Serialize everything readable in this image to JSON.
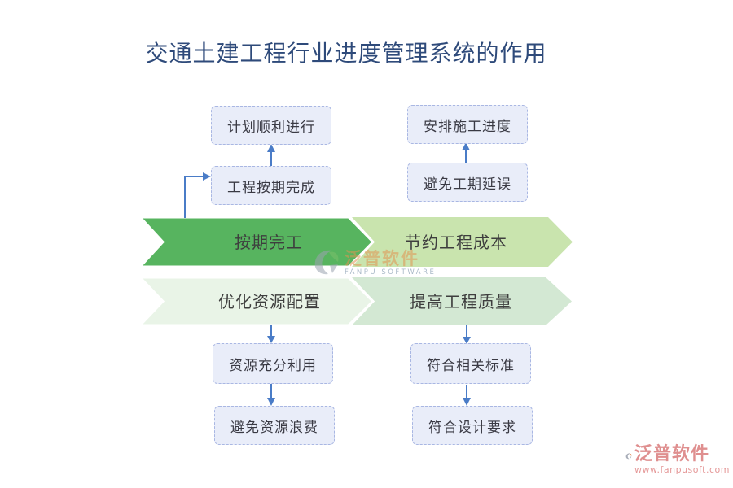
{
  "title": "交通土建工程行业进度管理系统的作用",
  "diagram": {
    "left_flow": {
      "top_result": "计划顺利进行",
      "mid_result": "工程按期完成",
      "main_benefit": "按期完工",
      "secondary_benefit": "优化资源配置",
      "resource_result": "资源充分利用",
      "final_result": "避免资源浪费"
    },
    "right_flow": {
      "top_result": "安排施工进度",
      "mid_result": "避免工期延误",
      "main_benefit": "节约工程成本",
      "secondary_benefit": "提高工程质量",
      "resource_result": "符合相关标准",
      "final_result": "符合设计要求"
    }
  },
  "watermarks": {
    "center": {
      "name": "泛普软件",
      "subtitle": "FANPU SOFTWARE"
    },
    "footer": {
      "name": "泛普软件",
      "url": "www.fanpusoft.com"
    }
  },
  "colors": {
    "title_blue": "#2e4a7a",
    "box_fill": "#e9edf9",
    "box_border": "#a9b7e3",
    "connector_blue": "#4a7cc7",
    "chevron_solid_green": "#57b45f",
    "chevron_light_green": "#c9e4ae",
    "chevron_pale_green": "#e9f4e7",
    "chevron_mint_green": "#d3e8d3",
    "watermark_pink": "#df8f8f",
    "watermark_orange": "#e09452"
  }
}
